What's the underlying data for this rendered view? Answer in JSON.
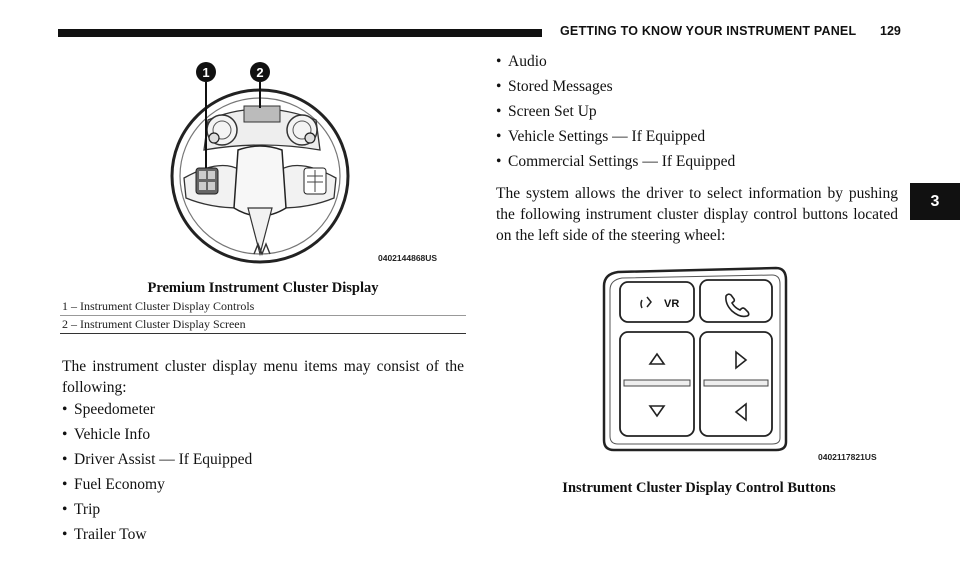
{
  "header": {
    "title": "GETTING TO KNOW YOUR INSTRUMENT PANEL",
    "page_number": "129"
  },
  "chapter_tab": "3",
  "figure1": {
    "callouts": [
      "1",
      "2"
    ],
    "image_code": "0402144868US",
    "caption": "Premium Instrument Cluster Display",
    "legend": [
      "1 – Instrument Cluster Display Controls",
      "2 – Instrument Cluster Display Screen"
    ]
  },
  "left_paragraph": "The instrument cluster display menu items may consist of the following:",
  "left_bullets": [
    "Speedometer",
    "Vehicle Info",
    "Driver Assist — If Equipped",
    "Fuel Economy",
    "Trip",
    "Trailer Tow"
  ],
  "right_bullets": [
    "Audio",
    "Stored Messages",
    "Screen Set Up",
    "Vehicle Settings — If Equipped",
    "Commercial Settings — If Equipped"
  ],
  "right_paragraph": "The system allows the driver to select information by pushing the following instrument cluster display control buttons located on the left side of the steering wheel:",
  "figure2": {
    "vr_label": "VR",
    "image_code": "0402117821US",
    "caption": "Instrument Cluster Display Control Buttons"
  }
}
